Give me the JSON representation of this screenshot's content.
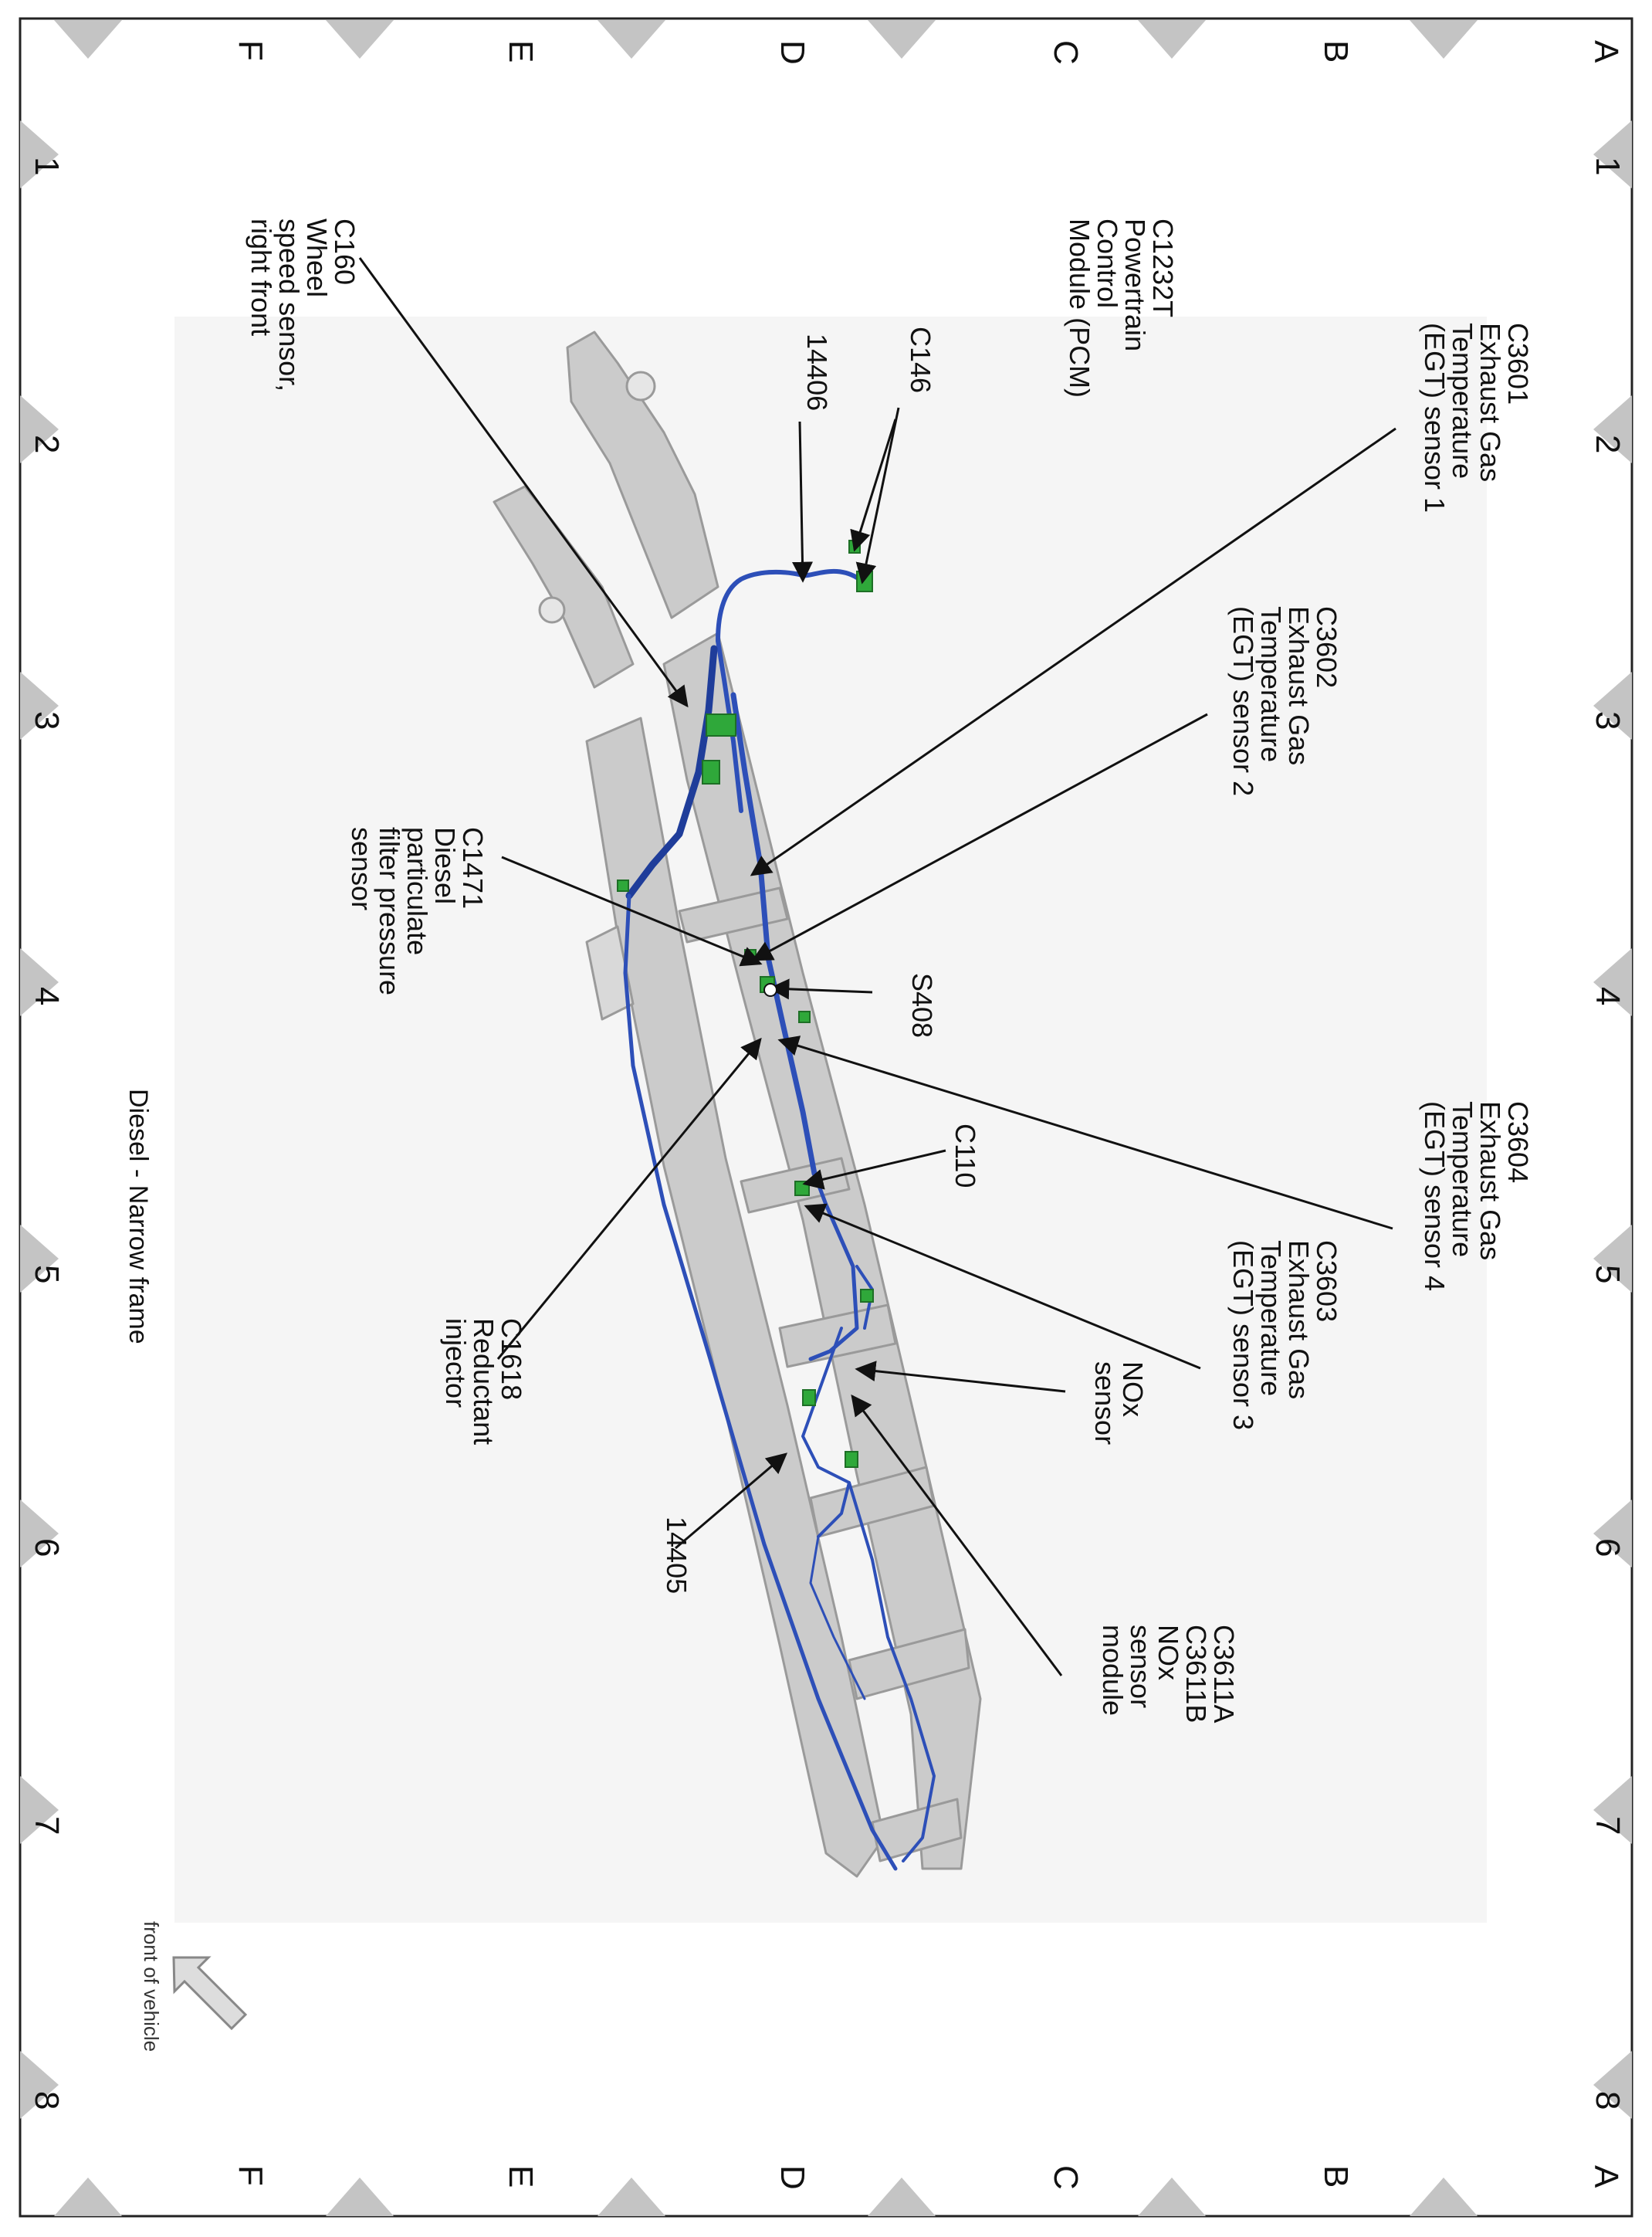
{
  "grid": {
    "rows": [
      "A",
      "B",
      "C",
      "D",
      "E",
      "F"
    ],
    "columns": [
      "1",
      "2",
      "3",
      "4",
      "5",
      "6",
      "7",
      "8"
    ]
  },
  "diagram_title": "Diesel - Narrow frame",
  "front_indicator": "front of vehicle",
  "callouts": {
    "c3601": [
      "C3601",
      "Exhaust Gas",
      "Temperature",
      "(EGT) sensor 1"
    ],
    "c3602": [
      "C3602",
      "Exhaust Gas",
      "Temperature",
      "(EGT) sensor 2"
    ],
    "c3604": [
      "C3604",
      "Exhaust Gas",
      "Temperature",
      "(EGT) sensor 4"
    ],
    "c3603": [
      "C3603",
      "Exhaust Gas",
      "Temperature",
      "(EGT) sensor 3"
    ],
    "nox": [
      "NOx",
      "sensor"
    ],
    "c3611": [
      "C3611A",
      "C3611B",
      "NOx",
      "sensor",
      "module"
    ],
    "c1232t": [
      "C1232T",
      "Powertrain",
      "Control",
      "Module (PCM)"
    ],
    "c146": [
      "C146"
    ],
    "h14406": [
      "14406"
    ],
    "c160": [
      "C160",
      "Wheel",
      "speed sensor,",
      "right front"
    ],
    "c1471": [
      "C1471",
      "Diesel",
      "particulate",
      "filter pressure",
      "sensor"
    ],
    "s408": [
      "S408"
    ],
    "c110": [
      "C110"
    ],
    "c1618": [
      "C1618",
      "Reductant",
      "injector"
    ],
    "h14405": [
      "14405"
    ]
  },
  "colors": {
    "harness": "#2d4fb8",
    "connector": "#2fa83a",
    "frame": "#c9c9c9",
    "frame_edge": "#9a9a9a",
    "triangle": "#c4c4c4"
  }
}
